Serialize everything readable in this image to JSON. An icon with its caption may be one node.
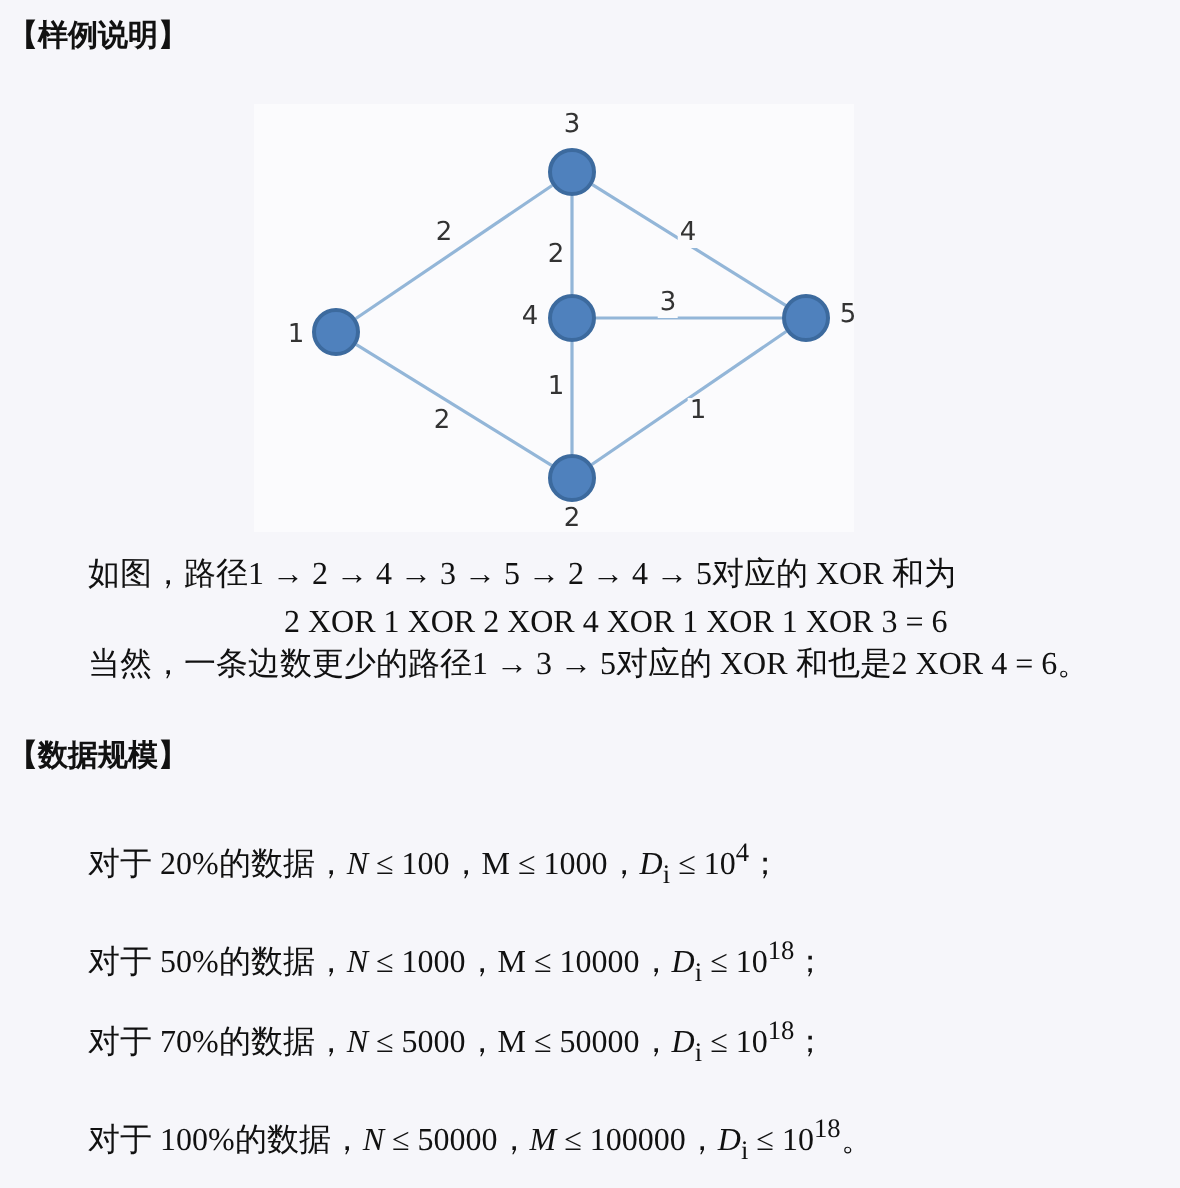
{
  "diagram": {
    "title": "【样例说明】",
    "nodes": [
      {
        "text": [],
        "shape": "circle",
        "beside": [
          "3"
        ]
      },
      {
        "text": [],
        "shape": "circle",
        "beside": [
          "1"
        ]
      },
      {
        "text": [],
        "shape": "circle",
        "beside": [
          "4"
        ]
      },
      {
        "text": [],
        "shape": "circle",
        "beside": [
          "5"
        ]
      },
      {
        "text": [],
        "shape": "circle",
        "beside": [
          "2"
        ]
      }
    ],
    "edges": [
      {
        "from": 1,
        "to": 0,
        "arrow": "none",
        "label": "2"
      },
      {
        "from": 1,
        "to": 4,
        "arrow": "none",
        "label": "2"
      },
      {
        "from": 0,
        "to": 2,
        "arrow": "none",
        "label": "2"
      },
      {
        "from": 0,
        "to": 3,
        "arrow": "none",
        "label": "4"
      },
      {
        "from": 2,
        "to": 3,
        "arrow": "none",
        "label": "3"
      },
      {
        "from": 2,
        "to": 4,
        "arrow": "none",
        "label": "1"
      },
      {
        "from": 4,
        "to": 3,
        "arrow": "none",
        "label": "1"
      }
    ],
    "labels": [
      "如图，路径1 → 2 → 4 → 3 → 5 → 2 → 4 → 5对应的 XOR 和为",
      "2 XOR 1 XOR 2 XOR 4 XOR 1 XOR 1 XOR 3 = 6",
      "当然，一条边数更少的路径1 → 3 → 5对应的 XOR 和也是2 XOR 4 = 6。",
      "【数据规模】",
      "对于 20%的数据，*N* ≤ 100，M ≤ 1000，*D*$_{i}$ ≤ 10$^{4}$；",
      "对于 50%的数据，*N* ≤ 1000，M ≤ 10000，*D*$_{i}$ ≤ 10$^{18}$；",
      "对于 70%的数据，*N* ≤ 5000，M ≤ 50000，*D*$_{i}$ ≤ 10$^{18}$；",
      "对于 100%的数据，*N* ≤ 50000，*M* ≤ 100000，*D*$_{i}$ ≤ 10$^{18}$。"
    ]
  }
}
